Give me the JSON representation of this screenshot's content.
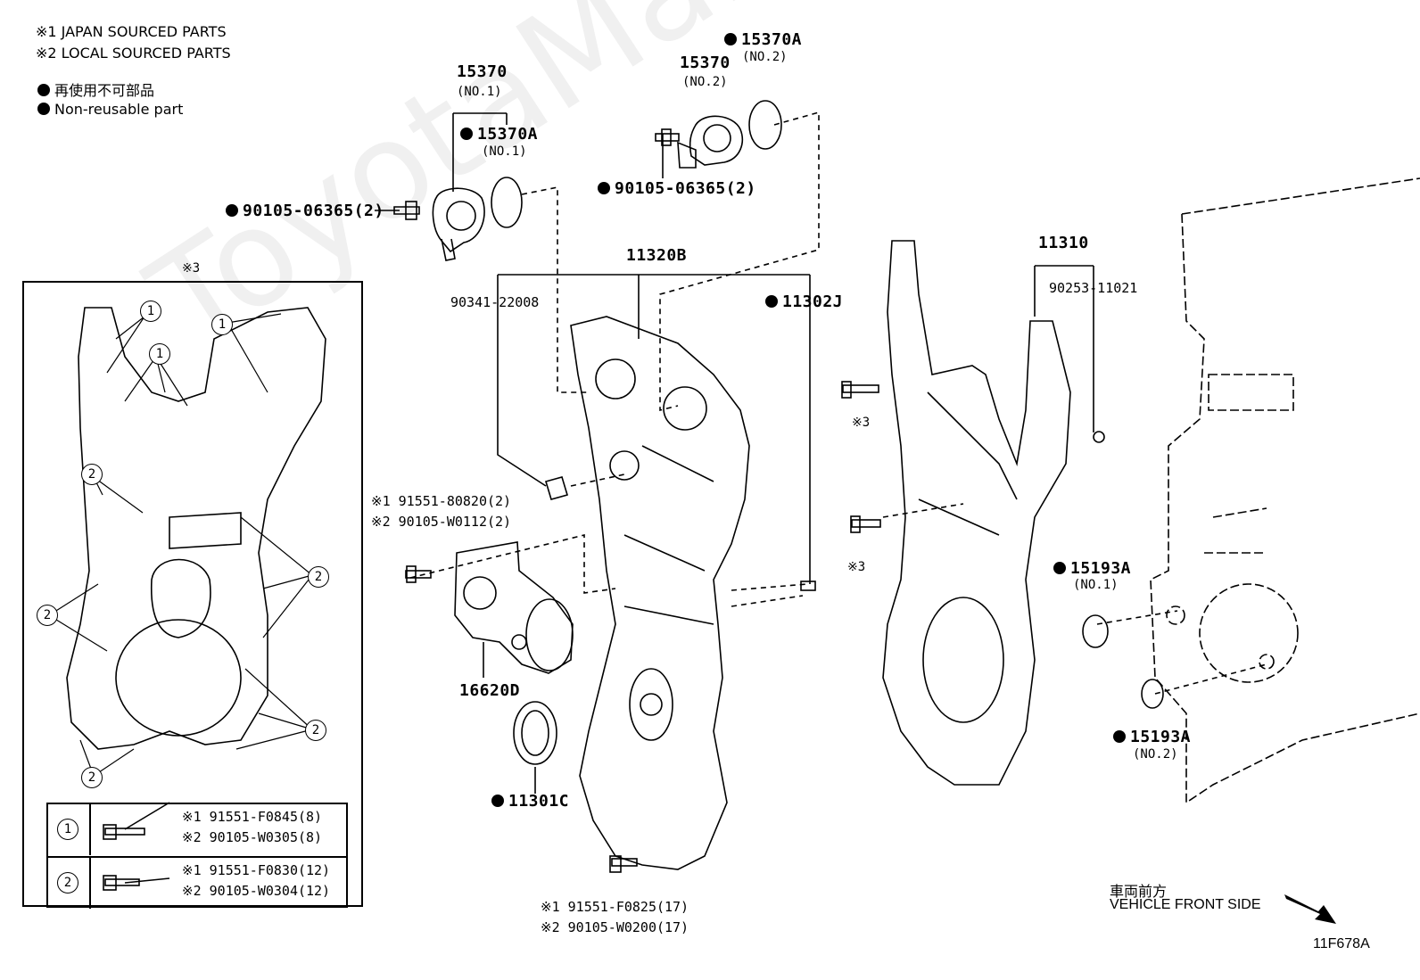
{
  "legend": {
    "note1": "※1 JAPAN SOURCED PARTS",
    "note2": "※2 LOCAL SOURCED PARTS",
    "nonreuse_jp": "再使用不可部品",
    "nonreuse_en": "Non-reusable part"
  },
  "parts": {
    "p15370_no1": "15370",
    "p15370_no1_sub": "(NO.1)",
    "p15370A_no1": "15370A",
    "p15370A_no1_sub": "(NO.1)",
    "p15370_no2": "15370",
    "p15370_no2_sub": "(NO.2)",
    "p15370A_no2": "15370A",
    "p15370A_no2_sub": "(NO.2)",
    "bolt_left": "90105-06365(2)",
    "bolt_mid": "90105-06365(2)",
    "p11320B": "11320B",
    "p90341": "90341-22008",
    "p11302J": "11302J",
    "p11310": "11310",
    "p90253": "90253-11021",
    "b1_a": "※1 91551-80820(2)",
    "b1_b": "※2 90105-W0112(2)",
    "p16620D": "16620D",
    "p11301C": "11301C",
    "bot_a": "※1 91551-F0825(17)",
    "bot_b": "※2 90105-W0200(17)",
    "p15193A_no1": "15193A",
    "p15193A_no1_sub": "(NO.1)",
    "p15193A_no2": "15193A",
    "p15193A_no2_sub": "(NO.2)",
    "ref3_a": "※3",
    "ref3_b": "※3"
  },
  "inset": {
    "title": "※3",
    "callout1": "1",
    "callout2": "2",
    "row1_a": "※1 91551-F0845(8)",
    "row1_b": "※2 90105-W0305(8)",
    "row2_a": "※1 91551-F0830(12)",
    "row2_b": "※2 90105-W0304(12)"
  },
  "direction": {
    "jp": "車両前方",
    "en": "VEHICLE FRONT SIDE"
  },
  "figure_id": "11F678A"
}
